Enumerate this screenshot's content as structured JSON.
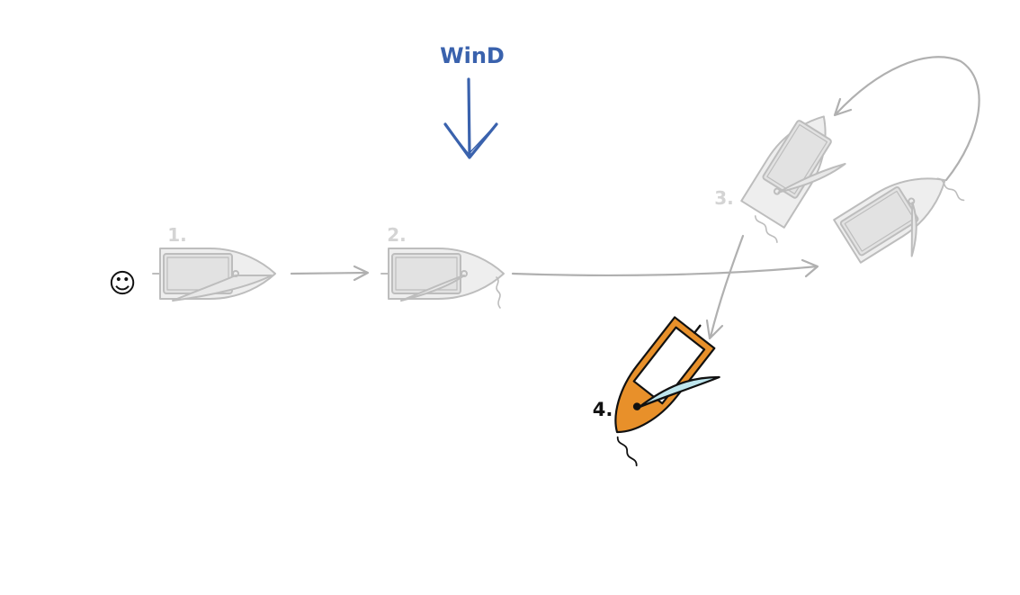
{
  "diagram": {
    "wind_label": "WinD",
    "smiley": "☺",
    "steps": [
      {
        "label": "1."
      },
      {
        "label": "2."
      },
      {
        "label": "3."
      },
      {
        "label": "4."
      }
    ]
  },
  "colors": {
    "wind": "#3a62ad",
    "ghost_stroke": "#bdbdbd",
    "ghost_fill": "#e6e6e6",
    "ghost_label": "#d4d4d4",
    "arrow": "#b0b0b0",
    "hull_active": "#e8902a",
    "sail_active": "#bfe6ee",
    "ink": "#111111"
  }
}
